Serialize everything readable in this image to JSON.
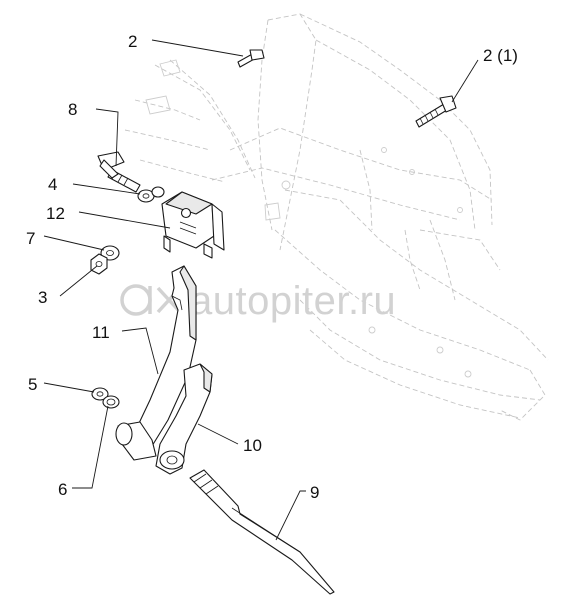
{
  "callouts": [
    {
      "id": "2",
      "text": "2"
    },
    {
      "id": "2-1",
      "text": "2 (1)"
    },
    {
      "id": "8",
      "text": "8"
    },
    {
      "id": "4",
      "text": "4"
    },
    {
      "id": "12",
      "text": "12"
    },
    {
      "id": "7",
      "text": "7"
    },
    {
      "id": "3",
      "text": "3"
    },
    {
      "id": "11",
      "text": "11"
    },
    {
      "id": "5",
      "text": "5"
    },
    {
      "id": "6",
      "text": "6"
    },
    {
      "id": "10",
      "text": "10"
    },
    {
      "id": "9",
      "text": "9"
    }
  ],
  "watermark": {
    "text": "autopiter.ru"
  }
}
